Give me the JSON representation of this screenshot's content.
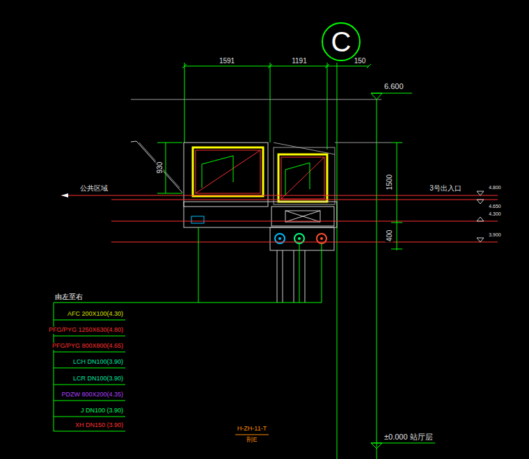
{
  "diagram": {
    "nodes": [
      {
        "text": [
          "C"
        ]
      }
    ],
    "labels": [
      "1591",
      "1191",
      "150",
      "6.600",
      "930",
      "1500",
      "400",
      "公共区域",
      "3号出入口",
      "4.800",
      "4.650",
      "4.300",
      "3.900",
      "由左至右",
      "AFC 200X100(4.30)",
      "PFG/PYG 1250X630(4.80)",
      "PFG/PYG 800X800(4.65)",
      "LCH DN100(3.90)",
      "LCR DN100(3.90)",
      "PDZW 800X200(4.35)",
      "J DN100 (3.90)",
      "XH DN150 (3.90)",
      "H-ZH-11-T",
      "剖E",
      "±0.000 站厅层"
    ]
  }
}
